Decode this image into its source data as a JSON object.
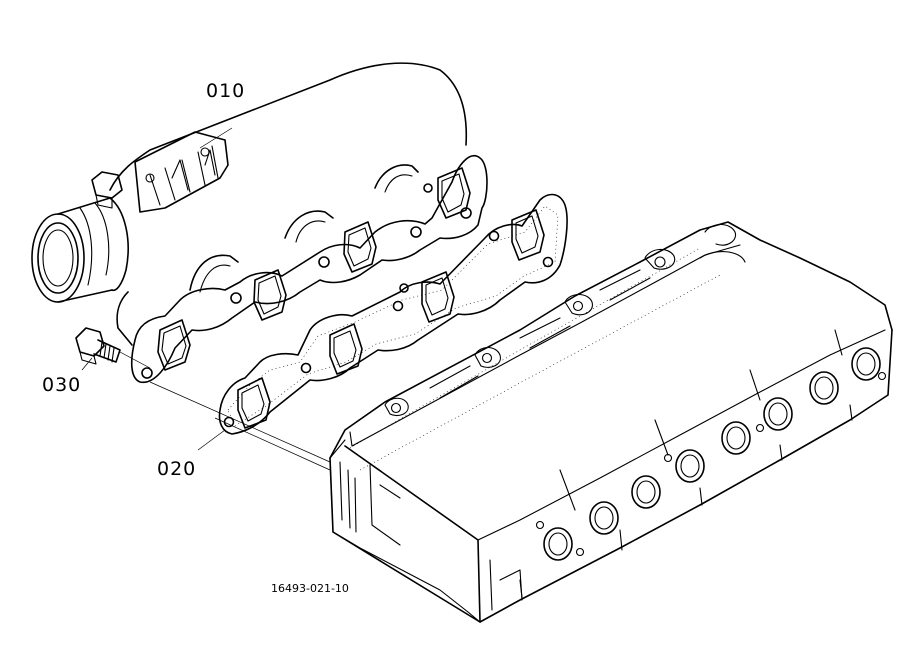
{
  "callouts": {
    "manifold": "010",
    "gasket": "020",
    "stud": "030"
  },
  "figure_number": "16493-021-10"
}
